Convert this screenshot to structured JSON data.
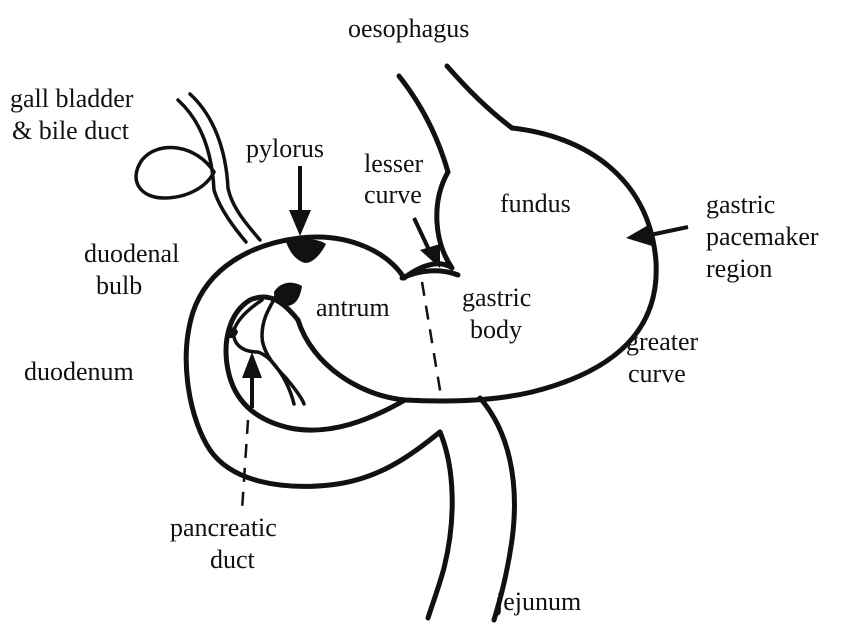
{
  "labels": {
    "oesophagus": "oesophagus",
    "gall_bladder_1": "gall bladder",
    "gall_bladder_2": "& bile duct",
    "pylorus": "pylorus",
    "lesser_curve_1": "lesser",
    "lesser_curve_2": "curve",
    "fundus": "fundus",
    "gastric_pacemaker_1": "gastric",
    "gastric_pacemaker_2": "pacemaker",
    "gastric_pacemaker_3": "region",
    "duodenal_bulb_1": "duodenal",
    "duodenal_bulb_2": "bulb",
    "antrum": "antrum",
    "gastric_body_1": "gastric",
    "gastric_body_2": "body",
    "duodenum": "duodenum",
    "greater_curve_1": "greater",
    "greater_curve_2": "curve",
    "pancreatic_duct_1": "pancreatic",
    "pancreatic_duct_2": "duct",
    "jejunum": "jejunum"
  }
}
